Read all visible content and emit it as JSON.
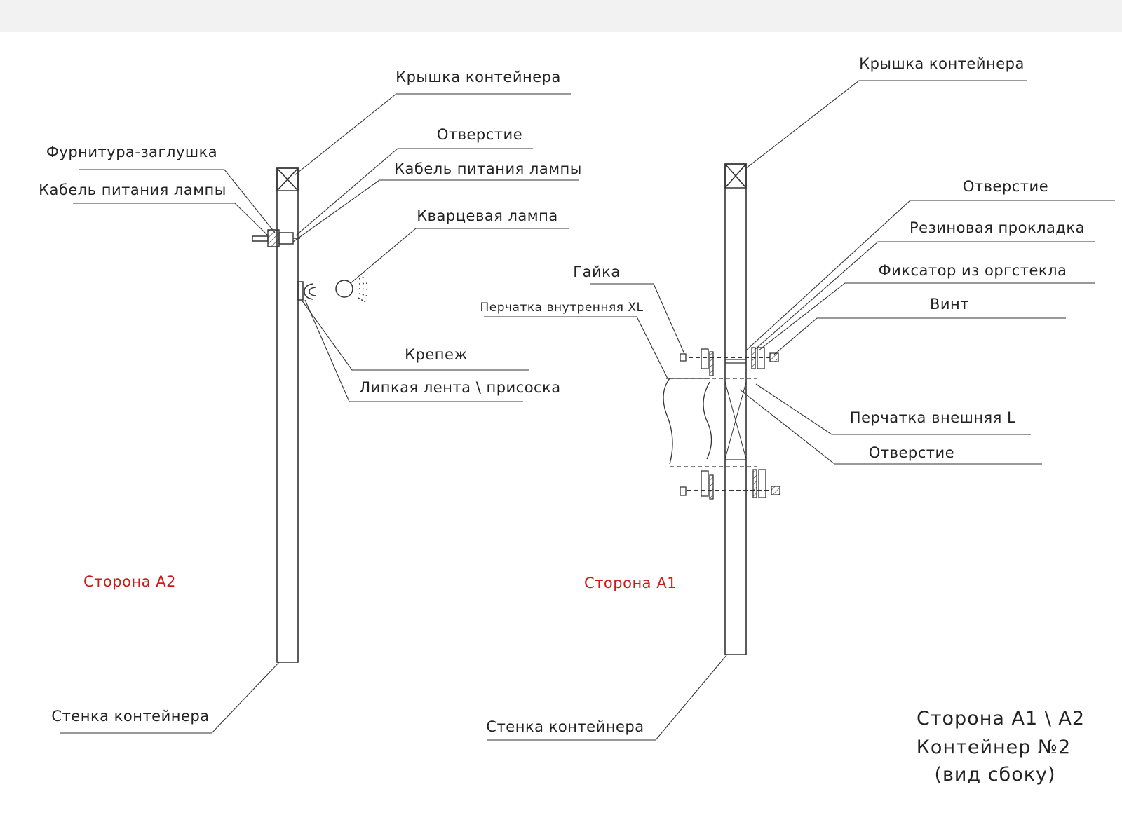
{
  "left": {
    "side_label": "Сторона А2",
    "lid_label": "Крышка контейнера",
    "hole_label": "Отверстие",
    "cap_label": "Фурнитура-заглушка",
    "cable_label_left": "Кабель питания лампы",
    "cable_label_right": "Кабель питания лампы",
    "lamp_label": "Кварцевая лампа",
    "mount_label": "Крепеж",
    "tape_label": "Липкая лента \\ присоска",
    "wall_label": "Стенка контейнера"
  },
  "right": {
    "side_label": "Сторона А1",
    "lid_label": "Крышка контейнера",
    "hole_label_top": "Отверстие",
    "gasket_label": "Резиновая прокладка",
    "fixator_label": "Фиксатор из оргстекла",
    "screw_label": "Винт",
    "nut_label": "Гайка",
    "inner_glove_label": "Перчатка внутренняя XL",
    "outer_glove_label": "Перчатка внешняя L",
    "hole_label_bottom": "Отверстие",
    "wall_label": "Стенка контейнера"
  },
  "title_block": {
    "line1": "Сторона А1 \\ А2",
    "line2": "Контейнер №2",
    "line3": "(вид сбоку)"
  },
  "colors": {
    "ink": "#222222",
    "accent_red": "#cc1a1a",
    "paper": "#ffffff"
  }
}
